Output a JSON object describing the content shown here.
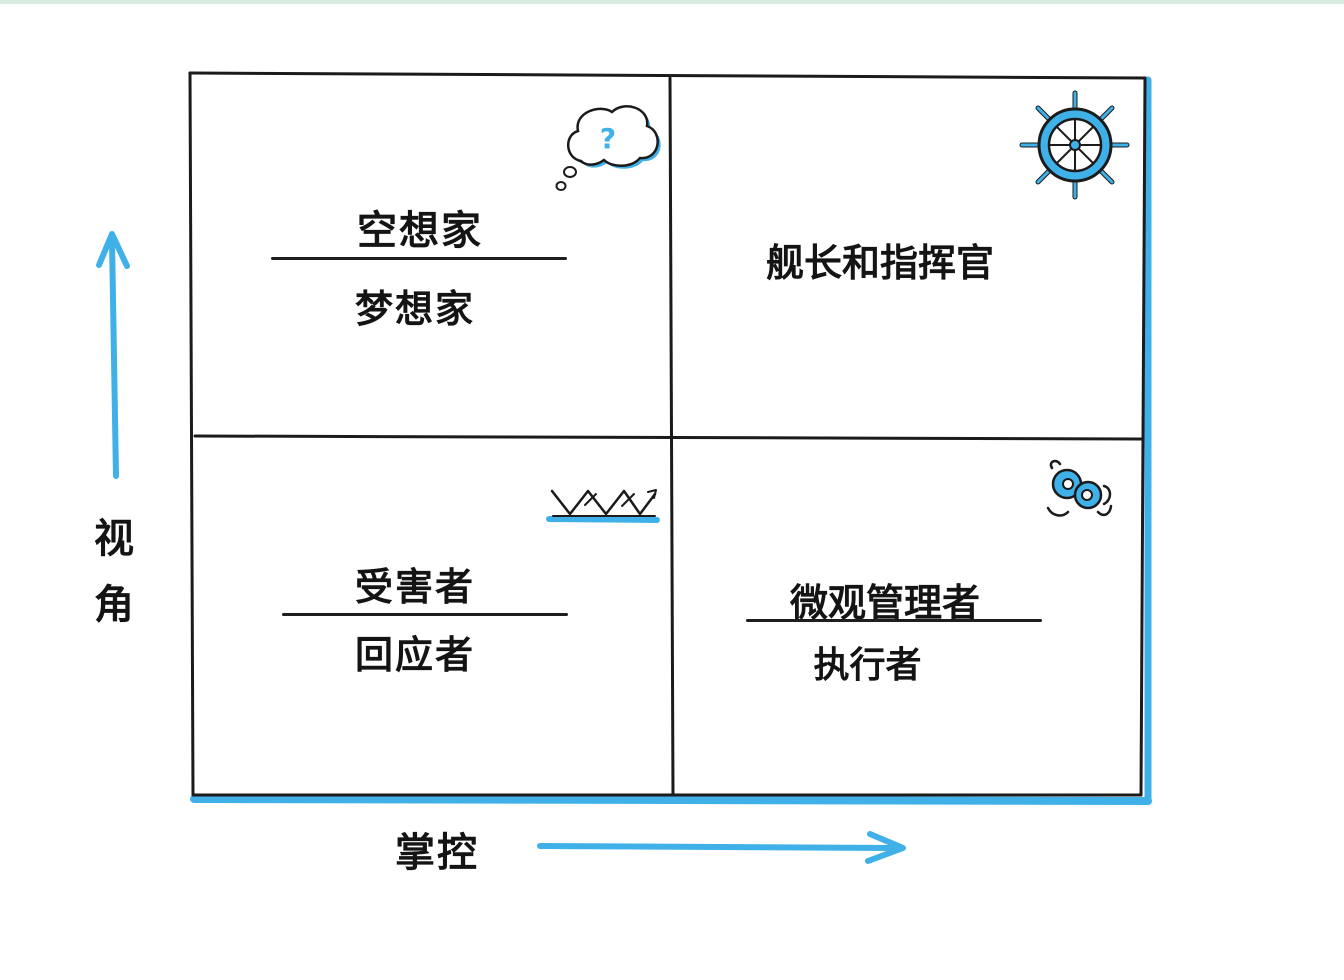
{
  "quadrants": {
    "top_left": {
      "primary": "空想家",
      "secondary": "梦想家",
      "icon": "thought-bubble-question-icon"
    },
    "top_right": {
      "primary": "舰长和指挥官",
      "icon": "ship-wheel-icon"
    },
    "bottom_left": {
      "primary": "受害者",
      "secondary": "回应者",
      "icon": "zigzag-arrows-icon"
    },
    "bottom_right": {
      "primary": "微观管理者",
      "secondary": "执行者",
      "icon": "spinning-tangle-icon"
    }
  },
  "axes": {
    "y_label": "视角",
    "x_label": "掌控"
  },
  "colors": {
    "accent": "#3fb0e8",
    "ink": "#141414"
  }
}
